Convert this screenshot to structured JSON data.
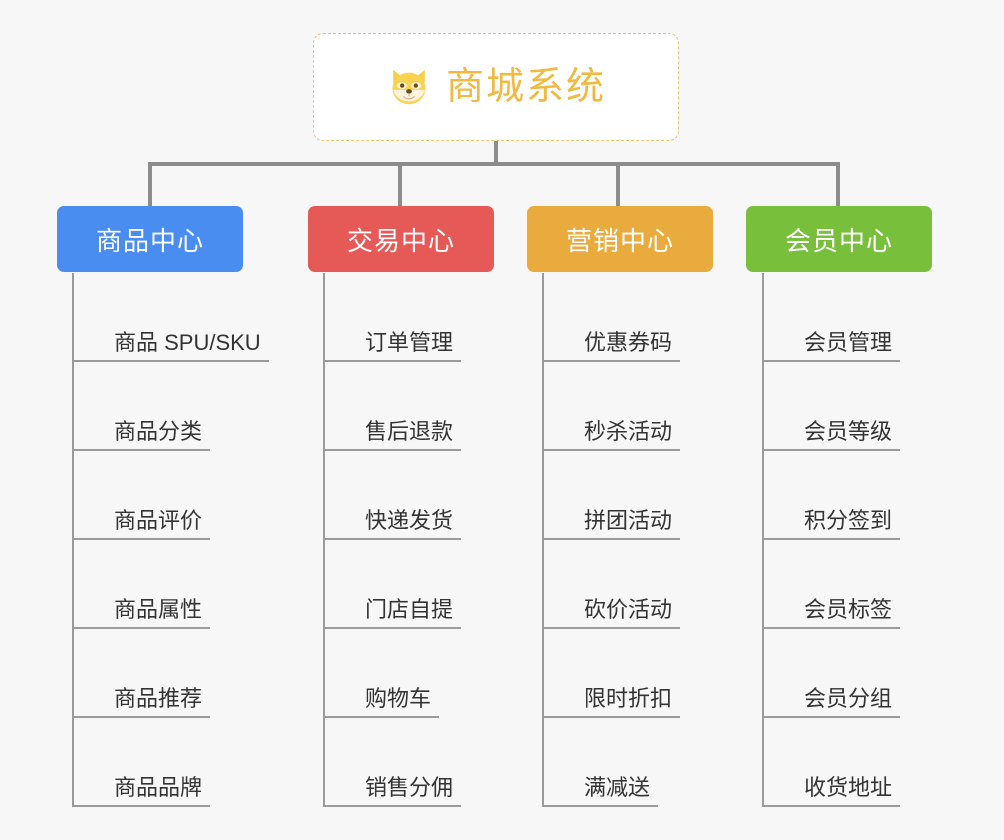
{
  "root": {
    "title": "商城系统",
    "icon": "shiba-dog-icon",
    "accent_color": "#f0b942",
    "border_color": "#edc36a",
    "background": "#ffffff"
  },
  "page": {
    "background": "#f7f7f7",
    "connector_color": "#8c8c8c",
    "leaf_line_color": "#9a9a9a",
    "leaf_text_color": "#333333"
  },
  "columns": [
    {
      "title": "商品中心",
      "color": "#4a8df0",
      "items": [
        "商品 SPU/SKU",
        "商品分类",
        "商品评价",
        "商品属性",
        "商品推荐",
        "商品品牌"
      ]
    },
    {
      "title": "交易中心",
      "color": "#e55a57",
      "items": [
        "订单管理",
        "售后退款",
        "快递发货",
        "门店自提",
        "购物车",
        "销售分佣"
      ]
    },
    {
      "title": "营销中心",
      "color": "#eaab3e",
      "items": [
        "优惠券码",
        "秒杀活动",
        "拼团活动",
        "砍价活动",
        "限时折扣",
        "满减送"
      ]
    },
    {
      "title": "会员中心",
      "color": "#78c03c",
      "items": [
        "会员管理",
        "会员等级",
        "积分签到",
        "会员标签",
        "会员分组",
        "收货地址"
      ]
    }
  ]
}
